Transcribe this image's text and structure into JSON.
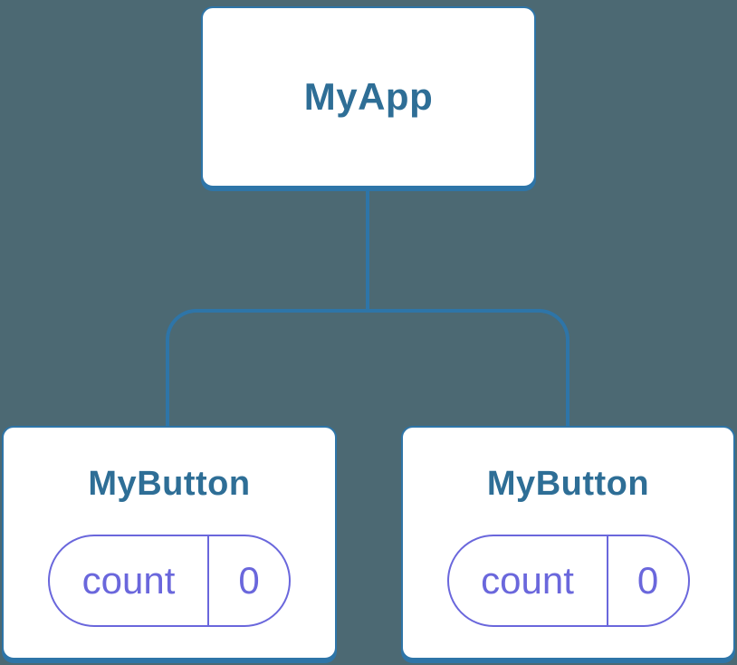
{
  "theme": {
    "background": "#4C6973",
    "connector": "#2E75A8",
    "node_bg": "#FFFFFF",
    "node_title": "#2E6E96",
    "state_accent": "#6A67DC"
  },
  "diagram": {
    "root": {
      "label": "MyApp"
    },
    "children": [
      {
        "label": "MyButton",
        "state": {
          "label": "count",
          "value": "0"
        }
      },
      {
        "label": "MyButton",
        "state": {
          "label": "count",
          "value": "0"
        }
      }
    ]
  }
}
